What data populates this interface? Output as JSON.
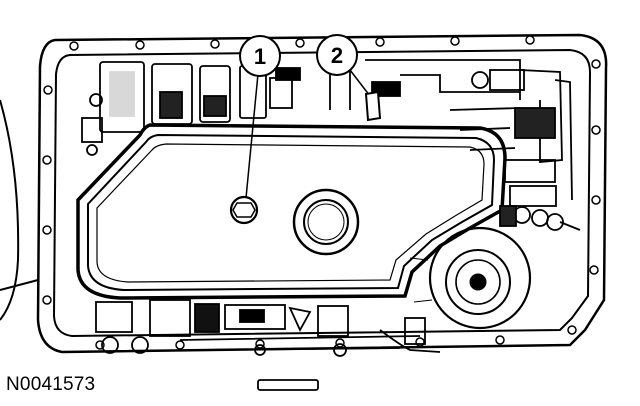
{
  "figure": {
    "callouts": [
      {
        "label": "1",
        "target": "drain-plug-bolt"
      },
      {
        "label": "2",
        "target": "filter-retaining-clip"
      }
    ],
    "figure_id": "N0041573"
  },
  "colors": {
    "line": "#000000",
    "background": "#ffffff"
  }
}
